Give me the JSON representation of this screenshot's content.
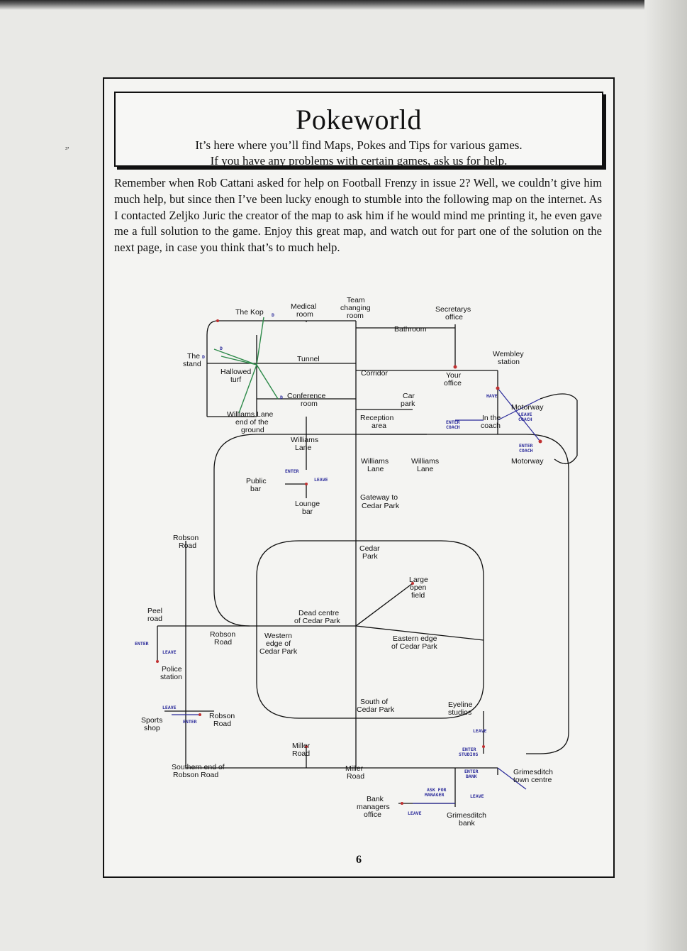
{
  "page": {
    "title": "Pokeworld",
    "subtitle_1": "It’s here where you’ll find Maps, Pokes and Tips for various games.",
    "subtitle_2": "If you have any problems with certain games, ask us for help.",
    "intro": "Remember when Rob Cattani asked for help on Football Frenzy in issue 2? Well, we couldn’t give him much help, but since then I’ve been lucky enough to stumble into the following map on the internet. As I contacted Zeljko Juric the creator of the map to ask him if he would mind me printing it, he even gave me a full solution to the game. Enjoy this great map, and watch out for part one of the solution on the next page, in case you think that’s to much help.",
    "page_number": "6",
    "margin_mark": "³'"
  },
  "map": {
    "locations": {
      "the_kop": "The Kop",
      "medical_room": [
        "Medical",
        "room"
      ],
      "team_changing_room": [
        "Team",
        "changing",
        "room"
      ],
      "secretarys_office": [
        "Secretarys",
        "office"
      ],
      "bathroom": "Bathroom",
      "the_stand": [
        "The",
        "stand"
      ],
      "hallowed_turf": [
        "Hallowed",
        "turf"
      ],
      "tunnel": "Tunnel",
      "corridor": "Corridor",
      "your_office": [
        "Your",
        "office"
      ],
      "wembley_station": [
        "Wembley",
        "station"
      ],
      "conference_room": [
        "Conference",
        "room"
      ],
      "car_park": [
        "Car",
        "park"
      ],
      "motorway_1": "Motorway",
      "williams_lane_end": [
        "Williams Lane",
        "end of the",
        "ground"
      ],
      "reception_area": [
        "Reception",
        "area"
      ],
      "in_the_coach": [
        "In the",
        "coach"
      ],
      "motorway_2": "Motorway",
      "williams_lane_1": [
        "Williams",
        "Lane"
      ],
      "williams_lane_2": [
        "Williams",
        "Lane"
      ],
      "williams_lane_3": [
        "Williams",
        "Lane"
      ],
      "public_bar": [
        "Public",
        "bar"
      ],
      "lounge_bar": [
        "Lounge",
        "bar"
      ],
      "gateway_to_cedar_park": [
        "Gateway to",
        "Cedar Park"
      ],
      "robson_road_1": [
        "Robson",
        "Road"
      ],
      "cedar_park": [
        "Cedar",
        "Park"
      ],
      "large_open_field": [
        "Large",
        "open",
        "field"
      ],
      "peel_road": [
        "Peel",
        "road"
      ],
      "dead_centre": [
        "Dead centre",
        "of Cedar Park"
      ],
      "robson_road_2": [
        "Robson",
        "Road"
      ],
      "western_edge": [
        "Western",
        "edge of",
        "Cedar Park"
      ],
      "eastern_edge": [
        "Eastern edge",
        "of Cedar Park"
      ],
      "police_station": [
        "Police",
        "station"
      ],
      "south_of_cedar_park": [
        "South of",
        "Cedar Park"
      ],
      "eyeline_studios": [
        "Eyeline",
        "studios"
      ],
      "sports_shop": [
        "Sports",
        "shop"
      ],
      "robson_road_3": [
        "Robson",
        "Road"
      ],
      "miller_road_1": [
        "Miller",
        "Road"
      ],
      "southern_end": [
        "Southern end of",
        "Robson Road"
      ],
      "miller_road_2": [
        "Miller",
        "Road"
      ],
      "grimesditch_town_centre": [
        "Grimesditch",
        "town centre"
      ],
      "bank_managers_office": [
        "Bank",
        "managers",
        "office"
      ],
      "grimesditch_bank": [
        "Grimesditch",
        "bank"
      ]
    },
    "tags": {
      "have": "HAVE",
      "leave_coach": [
        "LEAVE",
        "COACH"
      ],
      "enter_coach_1": [
        "ENTER",
        "COACH"
      ],
      "enter_coach_2": [
        "ENTER",
        "COACH"
      ],
      "enter_pub": "ENTER",
      "leave_pub": "LEAVE",
      "enter_police": "ENTER",
      "leave_police": "LEAVE",
      "leave_shop": "LEAVE",
      "enter_shop": "ENTER",
      "leave_studios": "LEAVE",
      "enter_studios": [
        "ENTER",
        "STUDIOS"
      ],
      "enter_bank": [
        "ENTER",
        "BANK"
      ],
      "ask_for_manager": [
        "ASK FOR",
        "MANAGER"
      ],
      "leave_bank": "LEAVE",
      "leave_manager": "LEAVE",
      "d1": "D",
      "d2": "D",
      "d3": "D",
      "d4": "D"
    }
  },
  "colors": {
    "ink": "#111111",
    "tag": "#2a2a9a",
    "green_path": "#2e8a4a",
    "exit_node": "#c03030",
    "paper": "#f4f4f2"
  }
}
